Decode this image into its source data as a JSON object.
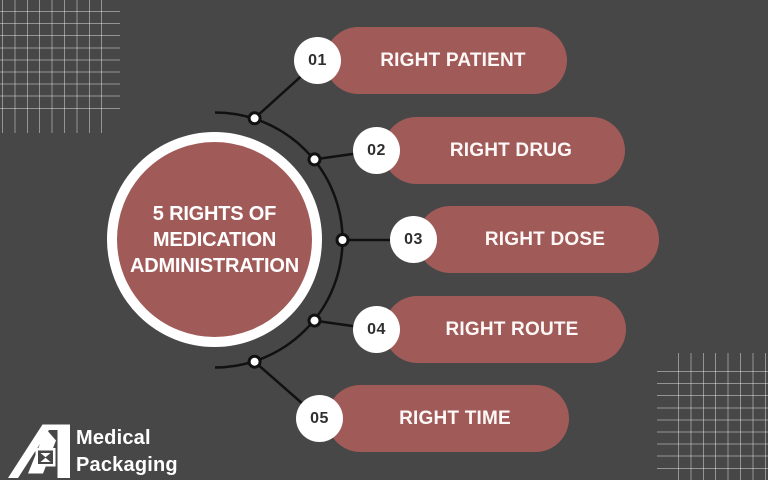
{
  "title": "5 Rights of Medication Administration",
  "colors": {
    "background": "#474747",
    "accent": "#a05b58",
    "connector": "#111111",
    "pill_text": "#fdf8f7",
    "number_text": "#2f2f2f",
    "grid_line": "rgba(255,255,255,0.42)"
  },
  "center": {
    "lines": [
      "5 RIGHTS OF",
      "MEDICATION",
      "ADMINISTRATION"
    ]
  },
  "items": [
    {
      "number": "01",
      "label": "RIGHT PATIENT"
    },
    {
      "number": "02",
      "label": "RIGHT DRUG"
    },
    {
      "number": "03",
      "label": "RIGHT DOSE"
    },
    {
      "number": "04",
      "label": "RIGHT ROUTE"
    },
    {
      "number": "05",
      "label": "RIGHT TIME"
    }
  ],
  "logo": {
    "line1": "Medical",
    "line2": "Packaging"
  }
}
